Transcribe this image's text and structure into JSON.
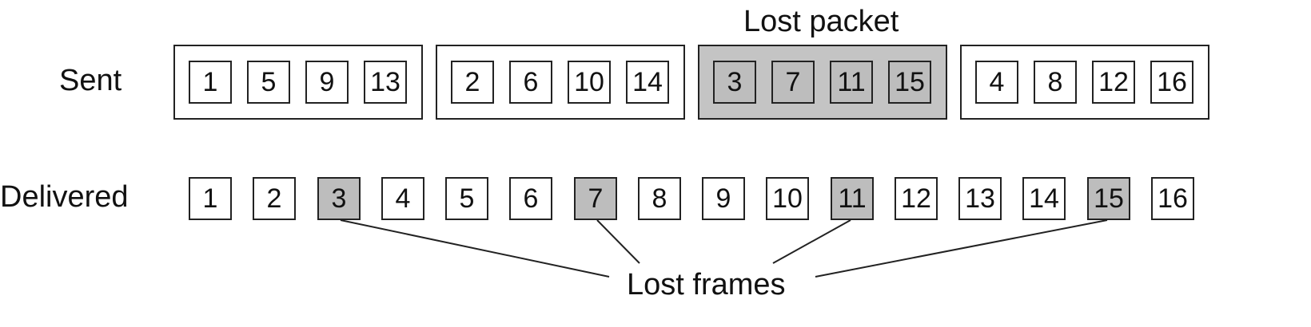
{
  "labels": {
    "sent": "Sent",
    "delivered": "Delivered",
    "lost_packet": "Lost packet",
    "lost_frames": "Lost frames"
  },
  "colors": {
    "lost_fill": "#bdbdbd",
    "normal_fill": "#ffffff",
    "stroke": "#222222"
  },
  "sent_packets": [
    {
      "frames": [
        "1",
        "5",
        "9",
        "13"
      ],
      "lost": false
    },
    {
      "frames": [
        "2",
        "6",
        "10",
        "14"
      ],
      "lost": false
    },
    {
      "frames": [
        "3",
        "7",
        "11",
        "15"
      ],
      "lost": true
    },
    {
      "frames": [
        "4",
        "8",
        "12",
        "16"
      ],
      "lost": false
    }
  ],
  "delivered_frames": [
    {
      "label": "1",
      "lost": false
    },
    {
      "label": "2",
      "lost": false
    },
    {
      "label": "3",
      "lost": true
    },
    {
      "label": "4",
      "lost": false
    },
    {
      "label": "5",
      "lost": false
    },
    {
      "label": "6",
      "lost": false
    },
    {
      "label": "7",
      "lost": true
    },
    {
      "label": "8",
      "lost": false
    },
    {
      "label": "9",
      "lost": false
    },
    {
      "label": "10",
      "lost": false
    },
    {
      "label": "11",
      "lost": true
    },
    {
      "label": "12",
      "lost": false
    },
    {
      "label": "13",
      "lost": false
    },
    {
      "label": "14",
      "lost": false
    },
    {
      "label": "15",
      "lost": true
    },
    {
      "label": "16",
      "lost": false
    }
  ]
}
